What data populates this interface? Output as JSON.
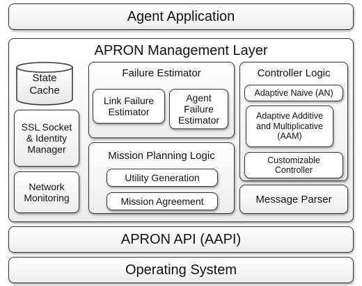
{
  "agent_application": "Agent Application",
  "management_layer": {
    "title": "APRON Management Layer",
    "state_cache": "State\nCache",
    "ssl_socket": "SSL Socket\n& Identity\nManager",
    "network_monitoring": "Network\nMonitoring",
    "failure_estimator": {
      "title": "Failure Estimator",
      "link_failure": "Link Failure\nEstimator",
      "agent_failure": "Agent\nFailure\nEstimator"
    },
    "mission_planning": {
      "title": "Mission Planning Logic",
      "utility_generation": "Utility Generation",
      "mission_agreement": "Mission Agreement"
    },
    "controller_logic": {
      "title": "Controller Logic",
      "adaptive_naive": "Adaptive Naive (AN)",
      "aam": "Adaptive Additive\nand Multiplicative\n(AAM)",
      "customizable": "Customizable\nController"
    },
    "message_parser": "Message Parser"
  },
  "apron_api": "APRON API (AAPI)",
  "operating_system": "Operating System"
}
